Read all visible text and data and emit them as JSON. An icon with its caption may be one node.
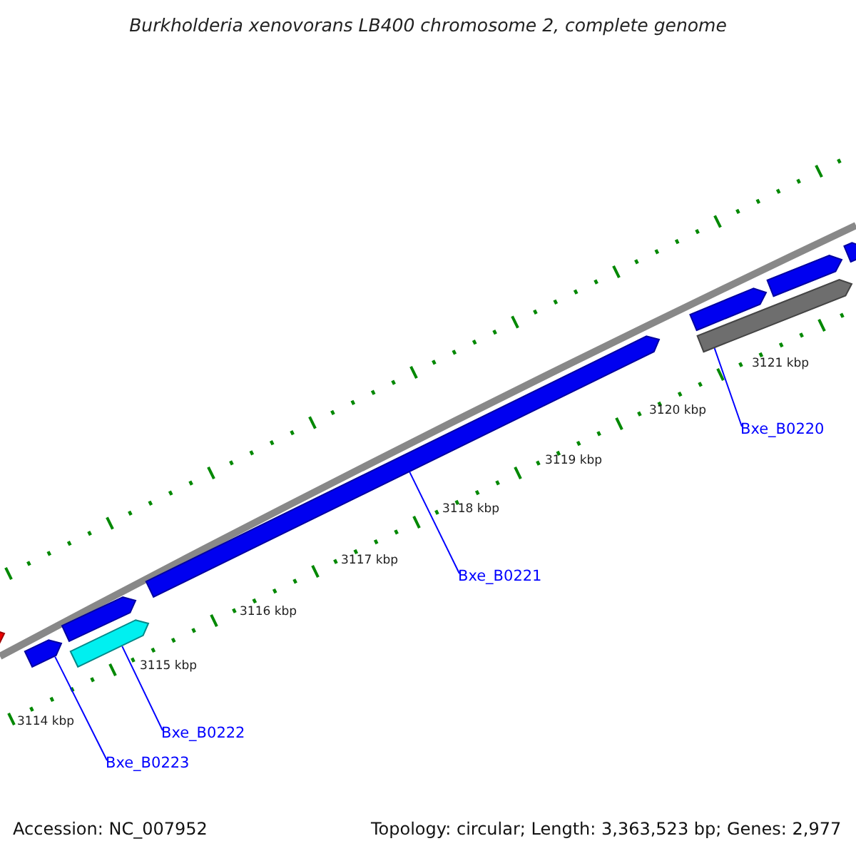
{
  "diagram": {
    "title": "Burkholderia xenovorans LB400 chromosome 2, complete genome",
    "nodes": [
      {
        "text": [
          "Bxe_B0220"
        ]
      },
      {
        "text": [],
        "shape": "bar"
      },
      {
        "text": [
          "Bxe_B0221"
        ]
      },
      {
        "text": [],
        "shape": "bar"
      },
      {
        "text": [
          "Bxe_B0222"
        ]
      },
      {
        "text": [],
        "shape": "bar"
      },
      {
        "text": [
          "Bxe_B0223"
        ]
      },
      {
        "text": [],
        "shape": "bar"
      },
      {
        "text": [],
        "shape": "bar"
      },
      {
        "text": [],
        "shape": "bar"
      },
      {
        "text": [],
        "shape": "bar"
      },
      {
        "text": [],
        "shape": "bar"
      },
      {
        "text": [],
        "shape": "bar"
      }
    ],
    "edges": [
      {
        "from": 0,
        "to": 1,
        "arrow": "none"
      },
      {
        "from": 2,
        "to": 3,
        "arrow": "none"
      },
      {
        "from": 4,
        "to": 5,
        "arrow": "none"
      },
      {
        "from": 6,
        "to": 7,
        "arrow": "none"
      }
    ],
    "labels": [
      "3121 kbp",
      "3120 kbp",
      "3119 kbp",
      "3118 kbp",
      "3117 kbp",
      "3116 kbp",
      "3115 kbp",
      "3114 kbp",
      "Accession: NC_007952",
      "Topology: circular; Length: 3,363,523 bp; Genes: 2,977"
    ]
  }
}
